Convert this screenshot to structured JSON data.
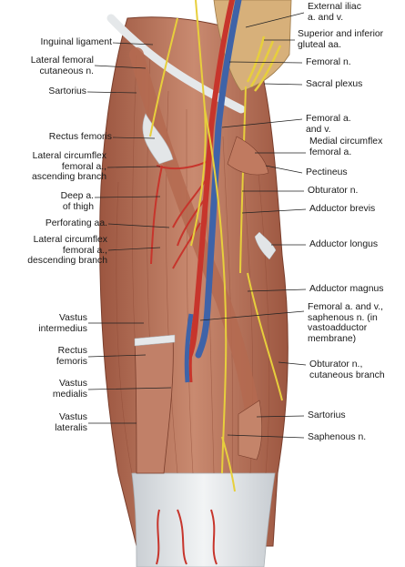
{
  "figure": {
    "labels_left": [
      {
        "id": "inguinal-ligament",
        "lines": [
          "Inguinal ligament"
        ]
      },
      {
        "id": "lateral-femoral-cutaneous-n",
        "lines": [
          "Lateral femoral",
          "cutaneous n."
        ]
      },
      {
        "id": "sartorius-upper",
        "lines": [
          "Sartorius"
        ]
      },
      {
        "id": "rectus-femoris-upper",
        "lines": [
          "Rectus femoris"
        ]
      },
      {
        "id": "lateral-circumflex-ascending",
        "lines": [
          "Lateral circumflex",
          "femoral a.,",
          "ascending branch"
        ]
      },
      {
        "id": "deep-a-of-thigh",
        "lines": [
          "Deep a.",
          "of thigh"
        ]
      },
      {
        "id": "perforating-aa",
        "lines": [
          "Perforating aa."
        ]
      },
      {
        "id": "lateral-circumflex-descending",
        "lines": [
          "Lateral circumflex",
          "femoral a.,",
          "descending branch"
        ]
      },
      {
        "id": "vastus-intermedius",
        "lines": [
          "Vastus",
          "intermedius"
        ]
      },
      {
        "id": "rectus-femoris-lower",
        "lines": [
          "Rectus",
          "femoris"
        ]
      },
      {
        "id": "vastus-medialis",
        "lines": [
          "Vastus",
          "medialis"
        ]
      },
      {
        "id": "vastus-lateralis",
        "lines": [
          "Vastus",
          "lateralis"
        ]
      }
    ],
    "labels_right": [
      {
        "id": "external-iliac",
        "lines": [
          "External iliac",
          "a. and v."
        ]
      },
      {
        "id": "superior-inferior-gluteal",
        "lines": [
          "Superior and inferior",
          "gluteal aa."
        ]
      },
      {
        "id": "femoral-n",
        "lines": [
          "Femoral n."
        ]
      },
      {
        "id": "sacral-plexus",
        "lines": [
          "Sacral plexus"
        ]
      },
      {
        "id": "femoral-a-v",
        "lines": [
          "Femoral a.",
          "and v."
        ]
      },
      {
        "id": "medial-circumflex",
        "lines": [
          "Medial circumflex",
          "femoral a."
        ]
      },
      {
        "id": "pectineus",
        "lines": [
          "Pectineus"
        ]
      },
      {
        "id": "obturator-n",
        "lines": [
          "Obturator n."
        ]
      },
      {
        "id": "adductor-brevis",
        "lines": [
          "Adductor brevis"
        ]
      },
      {
        "id": "adductor-longus",
        "lines": [
          "Adductor longus"
        ]
      },
      {
        "id": "adductor-magnus",
        "lines": [
          "Adductor magnus"
        ]
      },
      {
        "id": "femoral-vastoadductor",
        "lines": [
          "Femoral a. and v.,",
          "saphenous n. (in",
          "vastoadductor",
          "membrane)"
        ]
      },
      {
        "id": "obturator-cutaneous",
        "lines": [
          "Obturator n.,",
          "cutaneous branch"
        ]
      },
      {
        "id": "sartorius-lower",
        "lines": [
          "Sartorius"
        ]
      },
      {
        "id": "saphenous-n",
        "lines": [
          "Saphenous n."
        ]
      }
    ],
    "colors": {
      "muscle": "#b9735a",
      "muscle_dark": "#8e4b37",
      "tendon": "#dfe3e6",
      "artery": "#c7352c",
      "vein": "#3f63a8",
      "nerve": "#e7cf3c",
      "leader": "#222222"
    }
  }
}
